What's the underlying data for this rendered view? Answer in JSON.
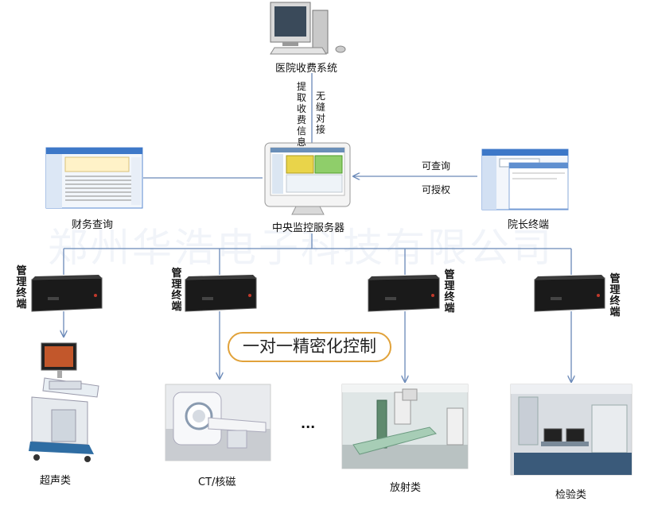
{
  "billing_system": "医院收费系统",
  "link_left": "提取收费信息",
  "link_right": "无缝对接",
  "finance_query": "财务查询",
  "central_server": "中央监控服务器",
  "director_terminal": "院长终端",
  "query_label": "可查询",
  "authorize_label": "可授权",
  "watermark": "郑州华浩电子科技有限公司",
  "slogan": "一对一精密化控制",
  "ellipsis": "...",
  "terminals": [
    {
      "label": "管理终端"
    },
    {
      "label": "管理终端"
    },
    {
      "label": "管理终端"
    },
    {
      "label": "管理终端"
    }
  ],
  "devices": [
    {
      "label": "超声类"
    },
    {
      "label": "CT/核磁"
    },
    {
      "label": "放射类"
    },
    {
      "label": "检验类"
    }
  ],
  "colors": {
    "line": "#6a89b8",
    "box_border": "#e1a23a"
  }
}
